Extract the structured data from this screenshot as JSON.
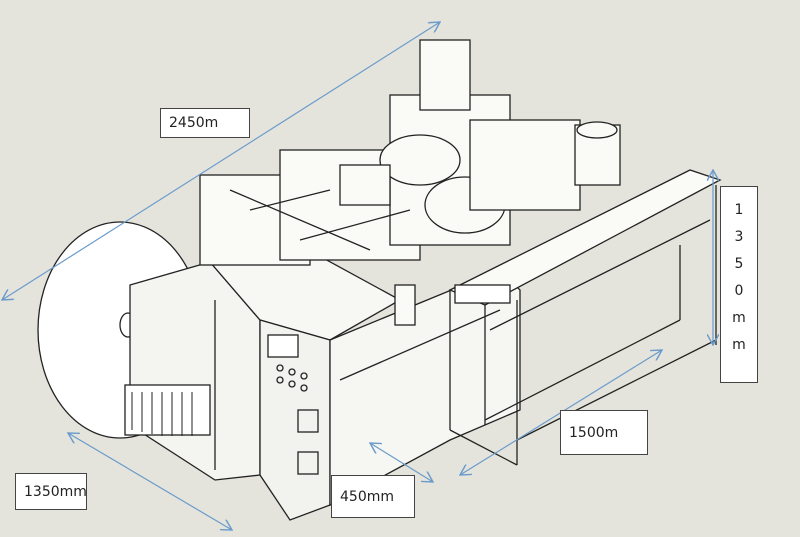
{
  "dimensions": {
    "length": "2450m",
    "width": "1350mm",
    "gap": "450mm",
    "table_length": "1500m",
    "height_chars": [
      "1",
      "3",
      "5",
      "0",
      "m",
      "m"
    ]
  },
  "colors": {
    "background": "#e5e4dc",
    "dimension_line": "#6a9bcb",
    "line_art": "#222222"
  }
}
